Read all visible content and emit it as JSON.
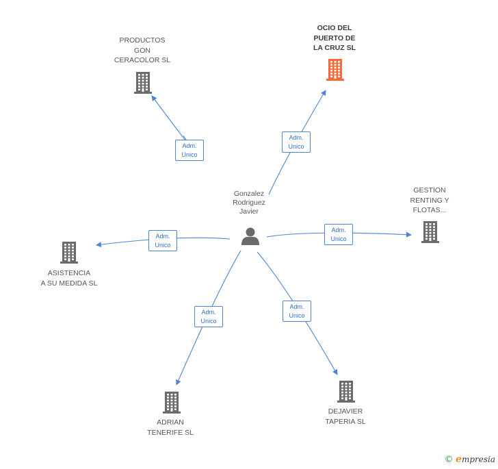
{
  "center": {
    "name": "Gonzalez\nRodriguez\nJavier",
    "icon": "person-icon",
    "color": "#6b6b6b"
  },
  "nodes": [
    {
      "id": "productos-gon",
      "name": "PRODUCTOS\nGON\nCERACOLOR SL",
      "icon": "building-icon",
      "color": "#6b6b6b",
      "focus": false
    },
    {
      "id": "ocio-puerto",
      "name": "OCIO DEL\nPUERTO DE\nLA CRUZ SL",
      "icon": "building-icon",
      "color": "#f26b3a",
      "focus": true
    },
    {
      "id": "gestion-renting",
      "name": "GESTION\nRENTING Y\nFLOTAS...",
      "icon": "building-icon",
      "color": "#6b6b6b",
      "focus": false
    },
    {
      "id": "asistencia",
      "name": "ASISTENCIA\nA SU MEDIDA SL",
      "icon": "building-icon",
      "color": "#6b6b6b",
      "focus": false
    },
    {
      "id": "adrian-tenerife",
      "name": "ADRIAN\nTENERIFE  SL",
      "icon": "building-icon",
      "color": "#6b6b6b",
      "focus": false
    },
    {
      "id": "dejavier",
      "name": "DEJAVIER\nTAPERIA SL",
      "icon": "building-icon",
      "color": "#6b6b6b",
      "focus": false
    }
  ],
  "edges": [
    {
      "to": "productos-gon",
      "label": "Adm.\nUnico"
    },
    {
      "to": "ocio-puerto",
      "label": "Adm.\nUnico"
    },
    {
      "to": "gestion-renting",
      "label": "Adm.\nUnico"
    },
    {
      "to": "asistencia",
      "label": "Adm.\nUnico"
    },
    {
      "to": "adrian-tenerife",
      "label": "Adm.\nUnico"
    },
    {
      "to": "dejavier",
      "label": "Adm.\nUnico"
    }
  ],
  "edge_color": "#4a86d4",
  "watermark": {
    "copyright": "©",
    "brand_initial": "e",
    "brand_rest": "mpresia"
  }
}
